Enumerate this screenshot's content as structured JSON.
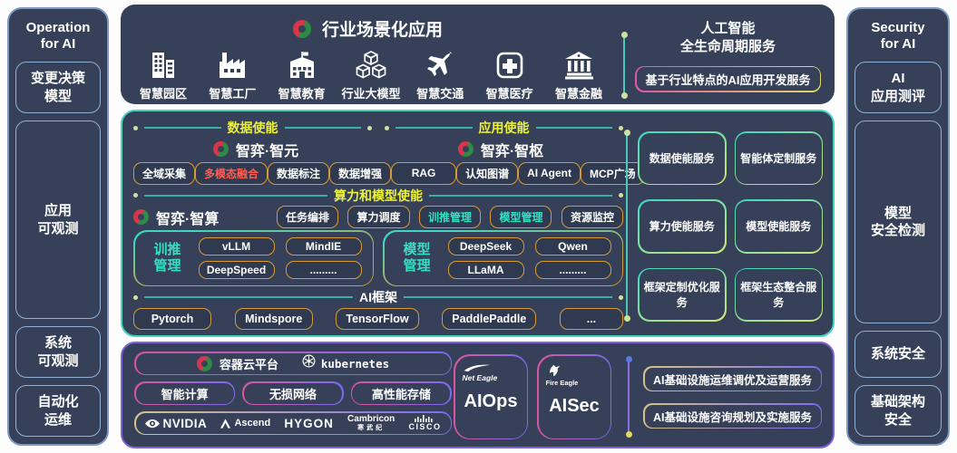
{
  "sidebar_left": {
    "title": "Operation\nfor AI",
    "items": [
      "变更决策\n模型",
      "应用\n可观测",
      "系统\n可观测",
      "自动化\n运维"
    ]
  },
  "sidebar_right": {
    "title": "Security\nfor AI",
    "items": [
      "AI\n应用测评",
      "模型\n安全检测",
      "系统安全",
      "基础架构\n安全"
    ]
  },
  "top": {
    "title": "行业场景化应用",
    "apps": [
      "智慧园区",
      "智慧工厂",
      "智慧教育",
      "行业大模型",
      "智慧交通",
      "智慧医疗",
      "智慧金融"
    ],
    "lifecycle_title": "人工智能\n全生命周期服务",
    "lifecycle_pill": "基于行业特点的AI应用开发服务"
  },
  "middle": {
    "headings": {
      "data": "数据使能",
      "app": "应用使能",
      "compute": "算力和模型使能",
      "framework": "AI框架"
    },
    "brands": {
      "data": "智弈·智元",
      "app": "智弈·智枢",
      "compute": "智弈·智算"
    },
    "data_tags": [
      "全域采集",
      "多模态融合",
      "数据标注",
      "数据增强"
    ],
    "app_tags": [
      "RAG",
      "认知图谱",
      "AI Agent",
      "MCP广场"
    ],
    "compute_tags": [
      "任务编排",
      "算力调度",
      "训推管理",
      "模型管理",
      "资源监控"
    ],
    "train_box": {
      "label": "训推\n管理",
      "items": [
        "vLLM",
        "MindIE",
        "DeepSpeed",
        "........."
      ]
    },
    "model_box": {
      "label": "模型\n管理",
      "items": [
        "DeepSeek",
        "Qwen",
        "LLaMA",
        "........."
      ]
    },
    "frameworks": [
      "Pytorch",
      "Mindspore",
      "TensorFlow",
      "PaddlePaddle",
      "..."
    ],
    "services": [
      "数据使能服务",
      "智能体定制服务",
      "算力使能服务",
      "模型使能服务",
      "框架定制优化服务",
      "框架生态整合服务"
    ]
  },
  "bottom": {
    "container_label": "容器云平台",
    "kubernetes_label": "kubernetes",
    "pills": [
      "智能计算",
      "无损网络",
      "高性能存储"
    ],
    "vendors": {
      "nvidia": "NVIDIA",
      "ascend": "Ascend",
      "hygon": "HYGON",
      "cambricon": "Cambricon",
      "cambricon_sub": "寒武纪",
      "cisco": "CISCO"
    },
    "aiops": {
      "logo": "Net Eagle",
      "label": "AIOps"
    },
    "aisec": {
      "logo": "Fire Eagle",
      "label": "AISec"
    },
    "services": [
      "AI基础设施运维调优及运营服务",
      "AI基础设施咨询规划及实施服务"
    ]
  },
  "colors": {
    "panel": "#364159",
    "teal": "#3fd6c1",
    "yellow": "#eef235",
    "orange": "#d99a35",
    "pink": "#e0569f",
    "purple": "#7a6bf0",
    "logo_red": "#d8344a",
    "logo_green": "#2e8b46"
  }
}
